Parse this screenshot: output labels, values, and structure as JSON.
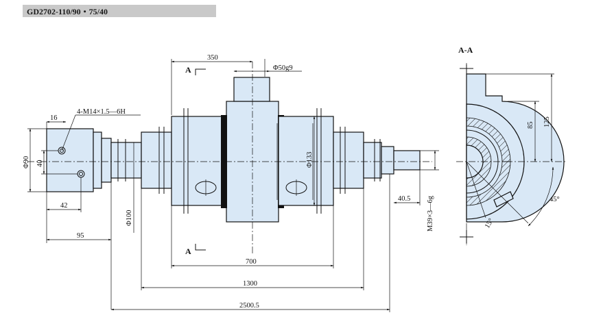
{
  "title": "GD2702-110/90・75/40",
  "section": {
    "label": "A-A",
    "marker_top": "A",
    "marker_bottom": "A"
  },
  "dimensions": {
    "d350": "350",
    "d_shaft": "Φ50g9",
    "d16": "16",
    "thread": "4-M14×1.5—6H",
    "d_phi90": "Φ90",
    "d40": "40",
    "d42": "42",
    "d95": "95",
    "d_phi100": "Φ100",
    "d_phi133": "Φ133",
    "d700": "700",
    "d1300": "1300",
    "d2500": "2500.5",
    "d40_5": "40.5",
    "d_m39": "M39×3—6g",
    "d85": "85",
    "d125": "125",
    "angle45": "45°",
    "angle15": "15°"
  }
}
